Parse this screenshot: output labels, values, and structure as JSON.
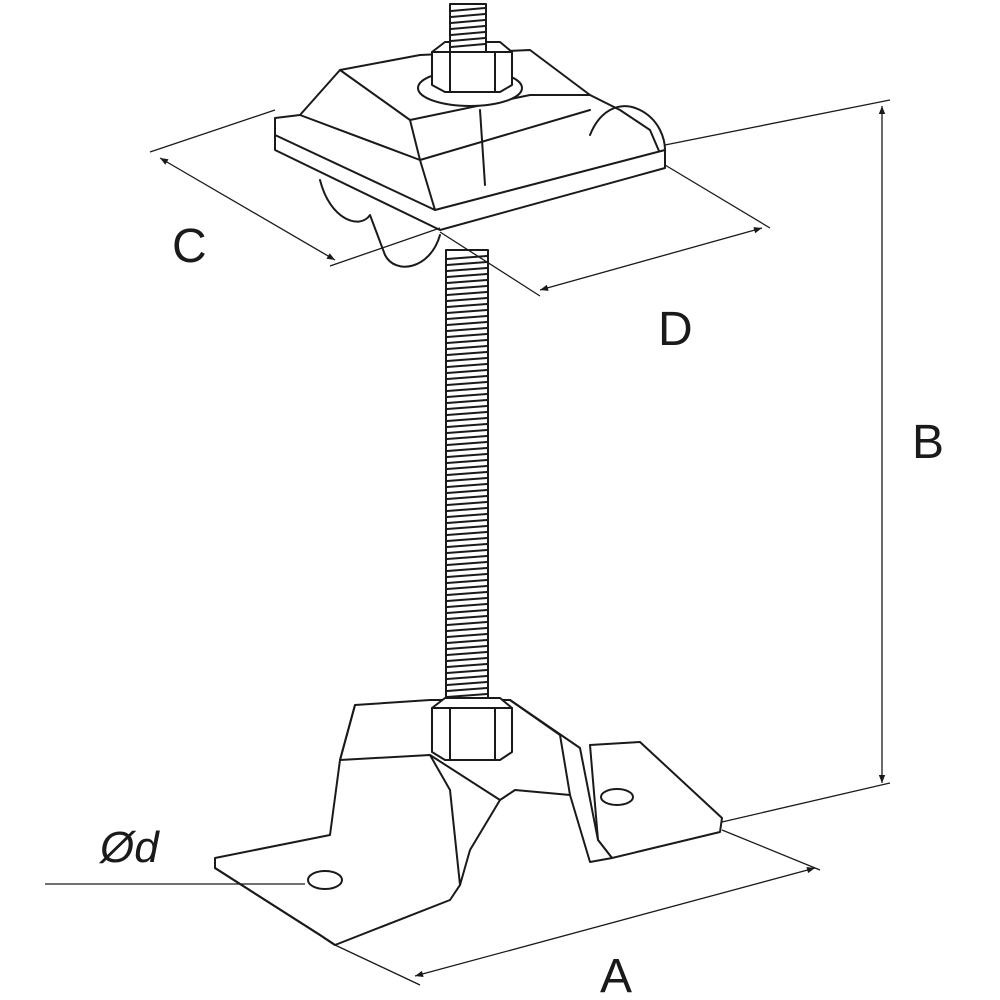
{
  "diagram": {
    "labels": {
      "C": "C",
      "D": "D",
      "B": "B",
      "A": "A",
      "d": "Ød"
    }
  }
}
